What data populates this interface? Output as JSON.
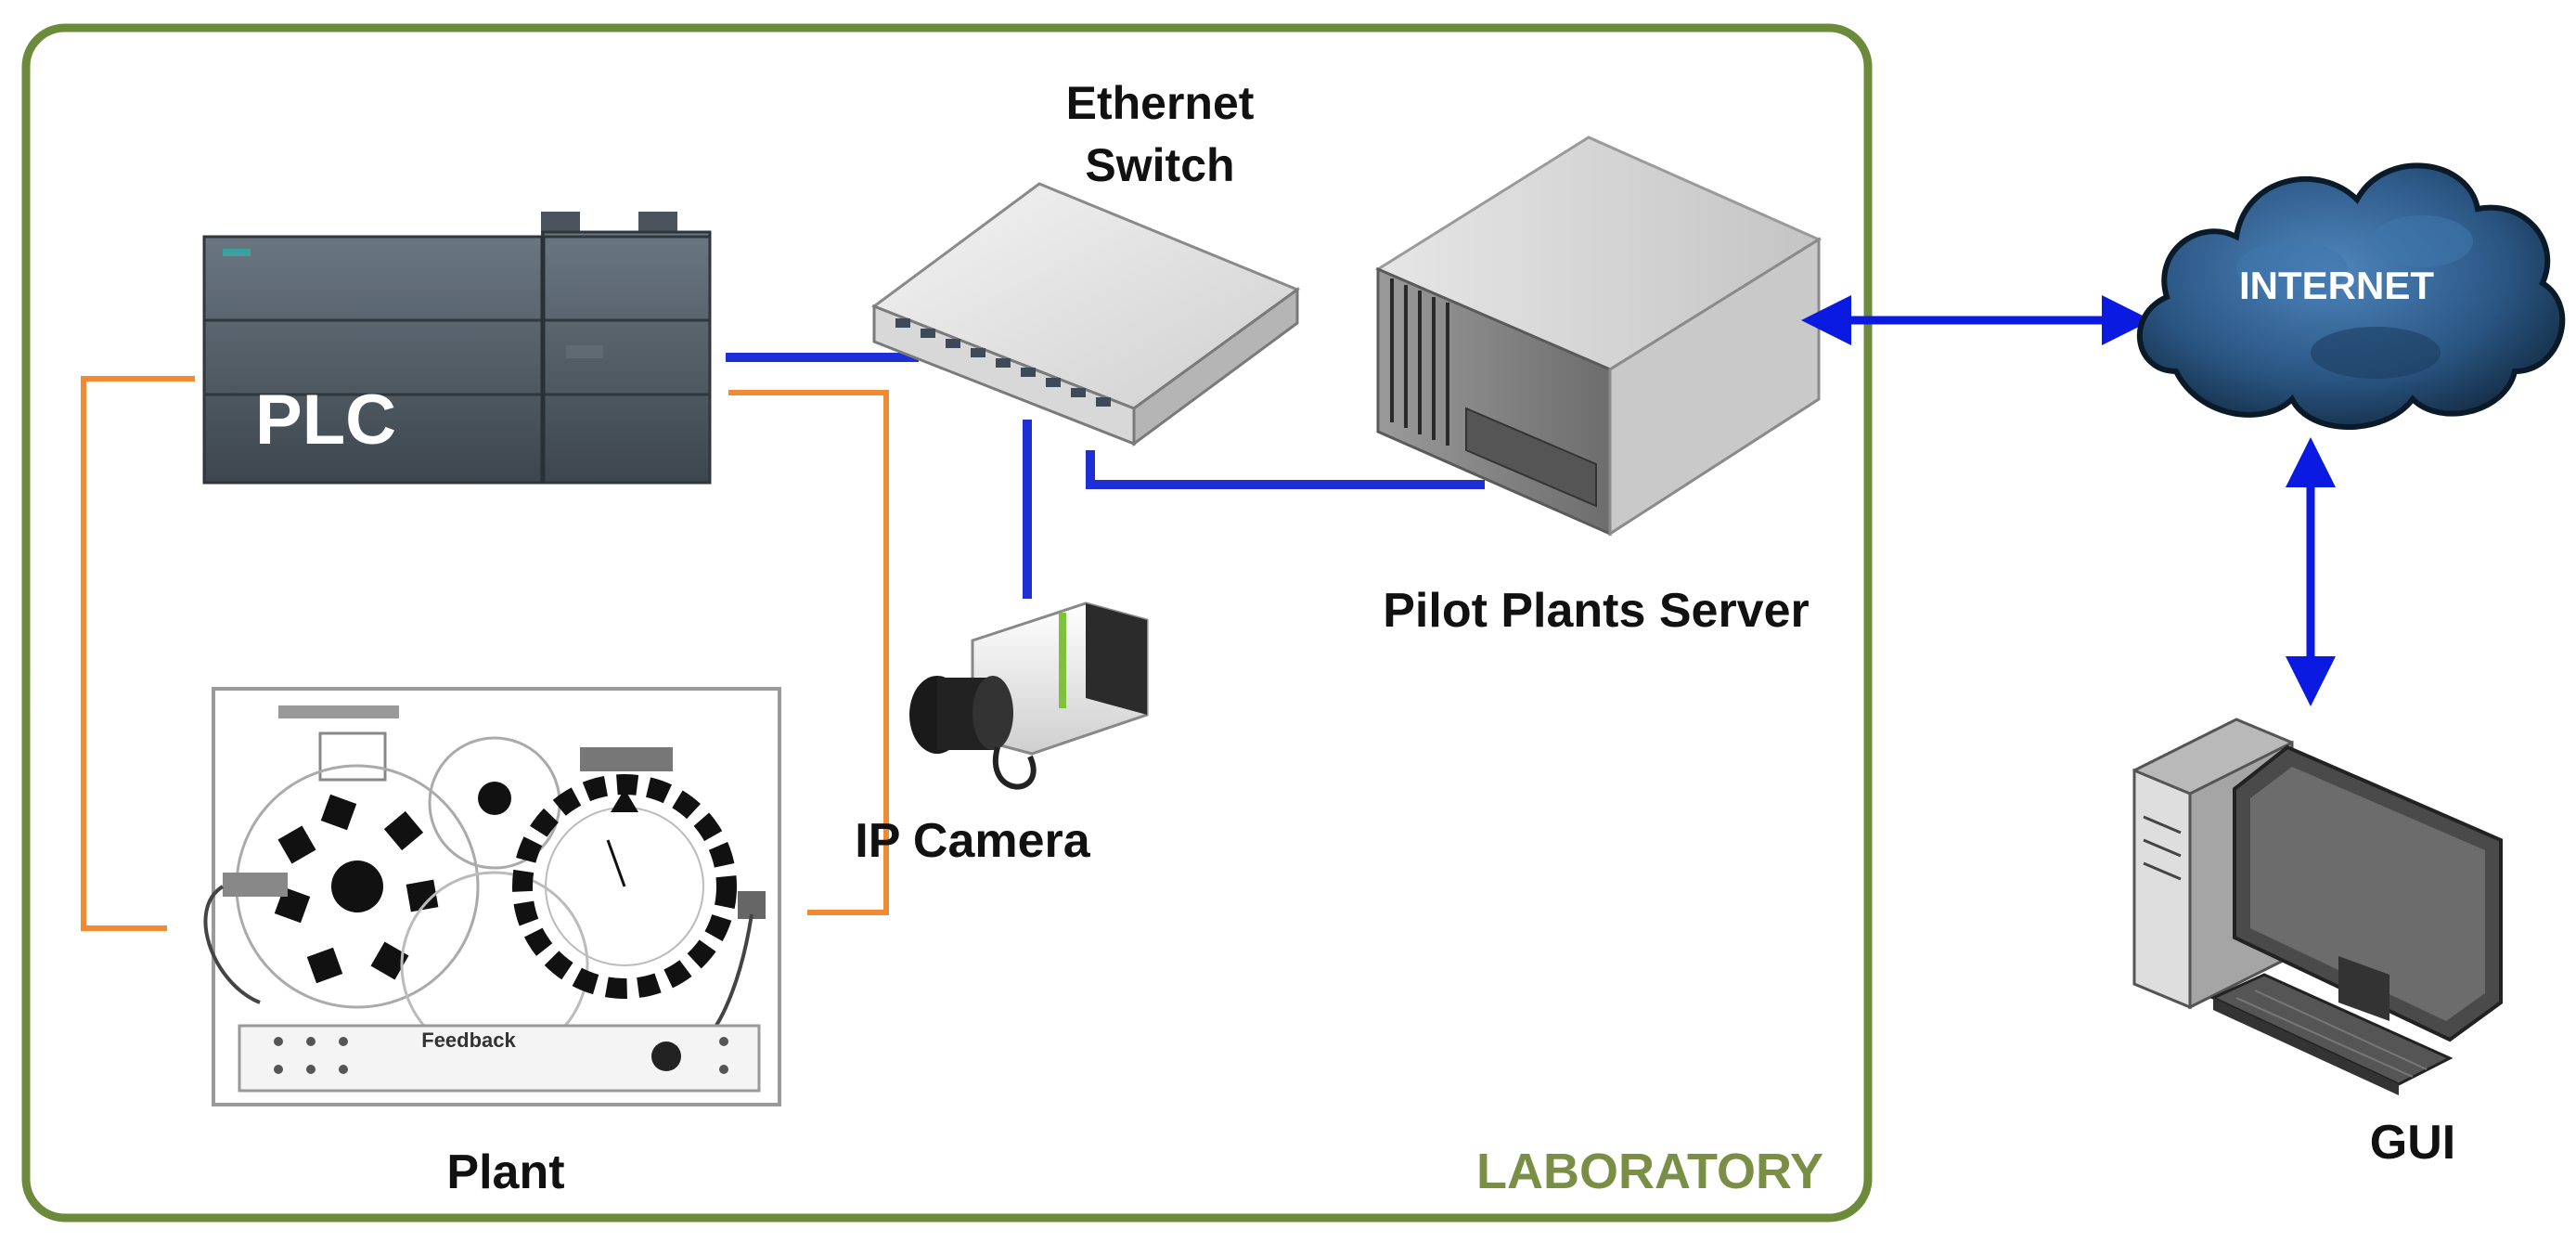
{
  "labels": {
    "plc": "PLC",
    "plc_box": "PLC",
    "ethernet_switch_line1": "Ethernet",
    "ethernet_switch_line2": "Switch",
    "server": "Pilot Plants Server",
    "ip_camera": "IP Camera",
    "plant": "Plant",
    "laboratory": "LABORATORY",
    "internet": "INTERNET",
    "gui": "GUI",
    "plant_brand": "Feedback"
  },
  "icons": {
    "plc": "plc-device-icon",
    "switch": "ethernet-switch-icon",
    "server": "server-tower-icon",
    "camera": "ip-camera-icon",
    "plant": "pilot-plant-panel-icon",
    "cloud": "internet-cloud-icon",
    "computer": "desktop-computer-icon"
  },
  "colors": {
    "laboratory_border": "#6b8a3a",
    "laboratory_text": "#7a8f45",
    "ethernet_link": "#1f2fd6",
    "io_wiring": "#f08a33",
    "bidirectional_arrow": "#0a1ae0",
    "cloud_fill": "#2f5f8f"
  }
}
